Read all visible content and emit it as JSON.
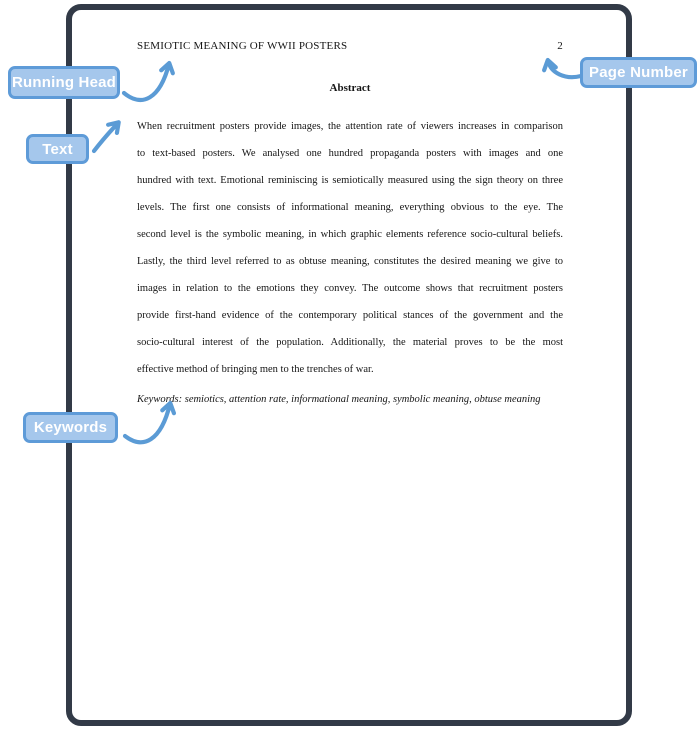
{
  "page": {
    "running_head": "SEMIOTIC MEANING OF WWII POSTERS",
    "page_number": "2",
    "abstract_title": "Abstract",
    "abstract_lines": [
      "When recruitment posters provide images, the attention rate of viewers increases in comparison",
      "to text-based posters. We analysed one hundred propaganda posters with images and one",
      "hundred with text. Emotional reminiscing is semiotically measured using the sign theory on three",
      "levels. The first one consists of informational meaning, everything obvious to the eye. The",
      "second level is the symbolic meaning, in which graphic elements reference socio-cultural beliefs.",
      "Lastly, the third level referred to as obtuse meaning, constitutes the desired meaning we give to",
      "images in relation to the emotions they convey. The outcome shows that recruitment posters",
      "provide first-hand evidence of the contemporary political stances of the government and the",
      "socio-cultural interest of the population. Additionally, the material proves to be the most",
      "effective method of bringing men to the trenches of war."
    ],
    "keywords_line": "Keywords: semiotics, attention rate, informational meaning, symbolic meaning, obtuse meaning"
  },
  "annotations": {
    "running_head_label": "Running Head",
    "page_number_label": "Page Number",
    "text_label": "Text",
    "keywords_label": "Keywords"
  },
  "colors": {
    "callout_fill": "#a5c7ec",
    "callout_border": "#5e9bd8",
    "arrow": "#5b9bd5",
    "page_border": "#323a47",
    "text": "#151515"
  }
}
